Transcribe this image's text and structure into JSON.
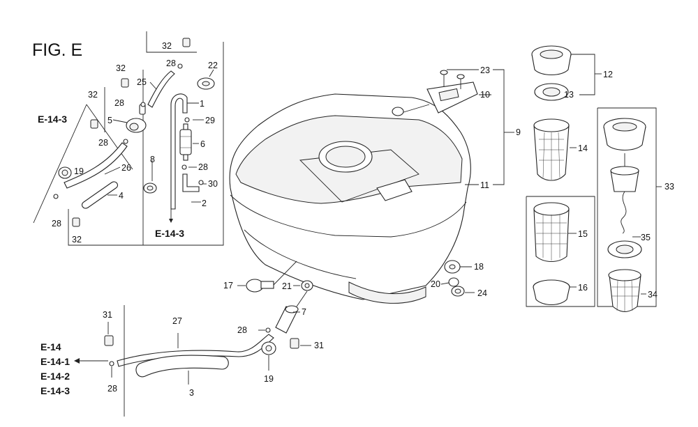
{
  "figure": {
    "title": "FIG. E"
  },
  "part_labels": {
    "p1": "1",
    "p2": "2",
    "p3": "3",
    "p4": "4",
    "p5": "5",
    "p6": "6",
    "p7": "7",
    "p8": "8",
    "p9": "9",
    "p10": "10",
    "p11": "11",
    "p12": "12",
    "p13": "13",
    "p14": "14",
    "p15": "15",
    "p16": "16",
    "p17": "17",
    "p18": "18",
    "p19a": "19",
    "p19b": "19",
    "p20": "20",
    "p21": "21",
    "p22": "22",
    "p23": "23",
    "p24": "24",
    "p25": "25",
    "p26": "26",
    "p27": "27",
    "p28a": "28",
    "p28b": "28",
    "p28c": "28",
    "p28d": "28",
    "p28e": "28",
    "p28f": "28",
    "p28g": "28",
    "p29": "29",
    "p30": "30",
    "p31a": "31",
    "p31b": "31",
    "p32a": "32",
    "p32b": "32",
    "p32c": "32",
    "p32d": "32",
    "p33": "33",
    "p34": "34",
    "p35": "35"
  },
  "references": {
    "upper_left": "E-14-3",
    "upper_middle": "E-14-3",
    "lower": [
      "E-14",
      "E-14-1",
      "E-14-2",
      "E-14-3"
    ]
  }
}
